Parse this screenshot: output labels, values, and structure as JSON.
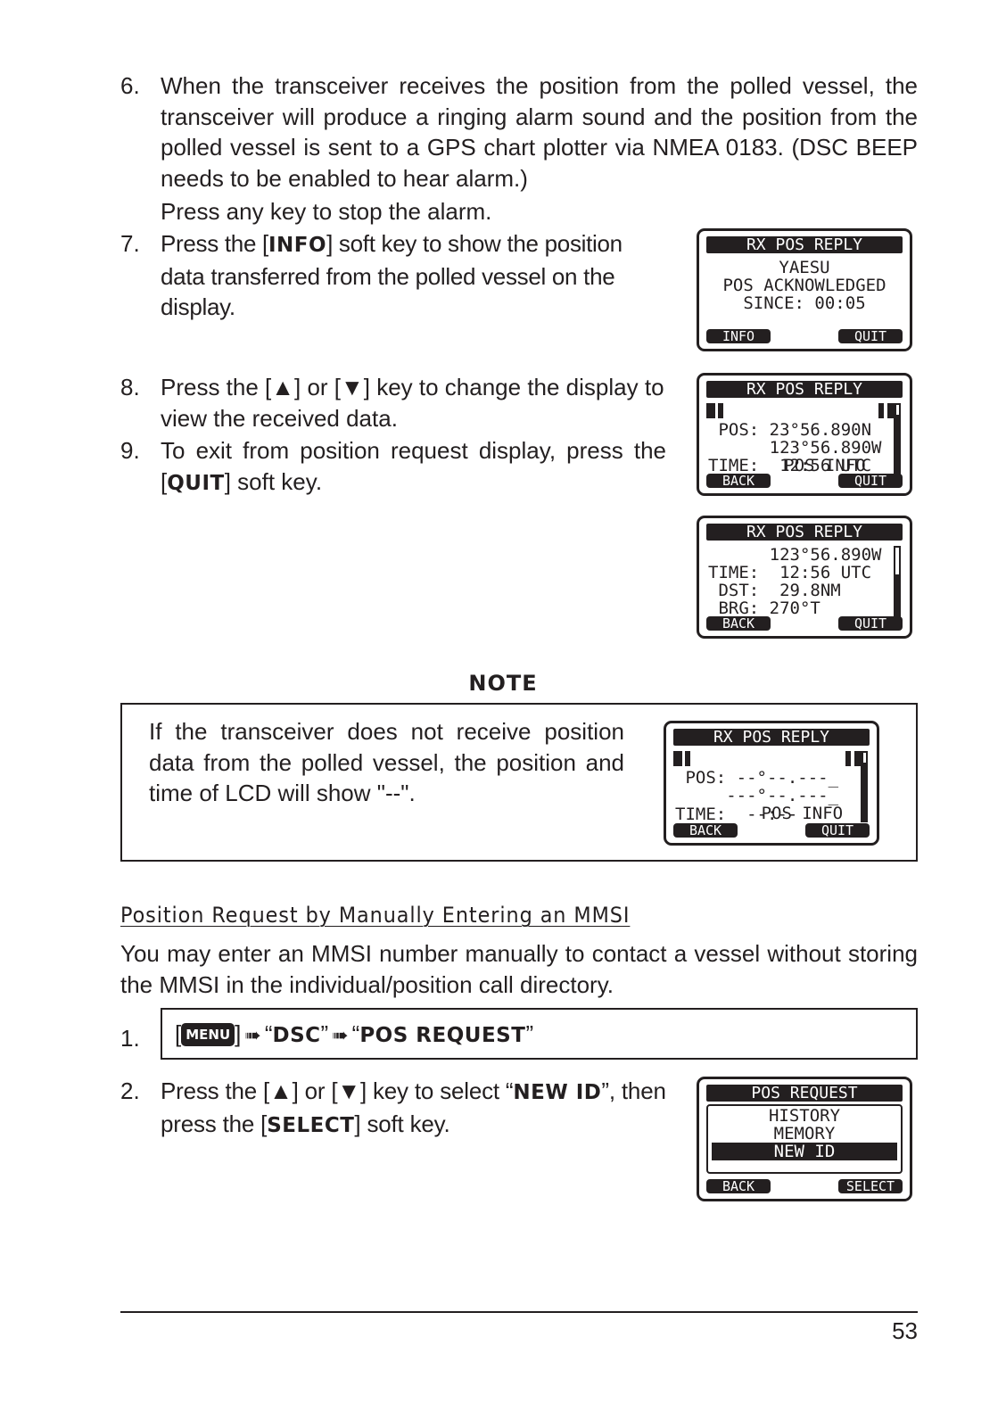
{
  "steps": {
    "s6": {
      "num": "6.",
      "text": "When the transceiver receives the position from the polled vessel, the transceiver will produce a ringing alarm sound and the position from the polled vessel is sent to a GPS chart plotter via NMEA 0183. (DSC BEEP needs to be enabled to hear alarm.)",
      "text2": "Press any key to stop the alarm."
    },
    "s7": {
      "num": "7.",
      "pre": "Press the [",
      "key": "INFO",
      "post": "] soft key to show the position data transferred from the polled vessel on the display."
    },
    "s8": {
      "num": "8.",
      "text": "Press the [▲] or [▼] key to change the display to view the received data."
    },
    "s9": {
      "num": "9.",
      "pre": "To exit from position request display, press the [",
      "key": "QUIT",
      "post": "] soft key."
    }
  },
  "lcd1": {
    "header": "RX POS REPLY",
    "lines": [
      "YAESU",
      "POS ACKNOWLEDGED",
      "SINCE: 00:05"
    ],
    "left": "INFO",
    "right": "QUIT"
  },
  "lcd2": {
    "header": "RX POS REPLY",
    "title": "POS INFO",
    "lines": [
      " POS: 23°56.890N",
      "      123°56.890W",
      "TIME:  12:56 UTC"
    ],
    "left": "BACK",
    "right": "QUIT",
    "scroll_fraction": 0.85
  },
  "lcd3": {
    "header": "RX POS REPLY",
    "lines": [
      "      123°56.890W",
      "TIME:  12:56 UTC",
      " DST:  29.8NM",
      " BRG: 270°T"
    ],
    "left": "BACK",
    "right": "QUIT",
    "scroll_fraction": 0.6
  },
  "note": {
    "title": "NOTE",
    "text": "If the transceiver does not receive position data from the polled vessel, the position and time of LCD will show \"--\".",
    "lcd": {
      "header": "RX POS REPLY",
      "title": "POS INFO",
      "lines": [
        " POS: --°--.---_",
        "     ---°--.---_",
        "TIME:  --:--"
      ],
      "left": "BACK",
      "right": "QUIT",
      "scroll_fraction": 0.85
    }
  },
  "section": {
    "heading": "Position Request by Manually Entering an MMSI",
    "intro": "You may enter an MMSI number manually to contact a vessel without storing the MMSI in the individual/position call directory."
  },
  "m1": {
    "num": "1.",
    "menu_key": "MENU",
    "item1": "DSC",
    "item2": "POS REQUEST"
  },
  "m2": {
    "num": "2.",
    "pre": "Press the [▲] or [▼] key to select “",
    "key": "NEW ID",
    "mid": "”, then press the [",
    "key2": "SELECT",
    "post": "] soft key."
  },
  "lcd4": {
    "header": "POS REQUEST",
    "lines": [
      "HISTORY",
      "MEMORY"
    ],
    "selected": "NEW ID",
    "left": "BACK",
    "right": "SELECT"
  },
  "footer": {
    "page": "53"
  }
}
